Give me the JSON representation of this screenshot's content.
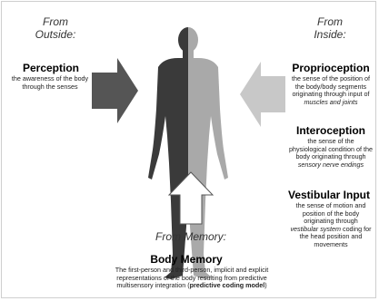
{
  "left": {
    "heading_line1": "From",
    "heading_line2": "Outside:",
    "perception": {
      "title": "Perception",
      "description": "the awareness of the body through the senses"
    }
  },
  "right": {
    "heading_line1": "From",
    "heading_line2": "Inside:",
    "proprioception": {
      "title": "Proprioception",
      "description_plain": "the sense of the position of the body/body segments originating through input of",
      "description_emph": "muscles and joints"
    },
    "interoception": {
      "title": "Interoception",
      "description_plain": "the sense of the physiological condition of the body originating through",
      "description_emph": "sensory nerve endings"
    },
    "vestibular": {
      "title": "Vestibular Input",
      "description_plain": "the sense of motion and position of the body originating through",
      "description_emph": "vestibular system",
      "description_tail": "coding for the head position and movements"
    }
  },
  "bottom": {
    "heading": "From Memory:",
    "body_memory": {
      "title": "Body Memory",
      "description_plain": "The first-person and third-person, implicit and explicit representations of the body resulting from predictive multisensory integration (",
      "description_bold": "predictive coding model",
      "description_tail": ")"
    }
  },
  "colors": {
    "figure_dark": "#3a3a3a",
    "figure_light": "#a9a9a9",
    "arrow_left": "#555555",
    "arrow_right": "#c8c8c8",
    "arrow_bottom_fill": "#ffffff",
    "arrow_bottom_stroke": "#555555"
  }
}
